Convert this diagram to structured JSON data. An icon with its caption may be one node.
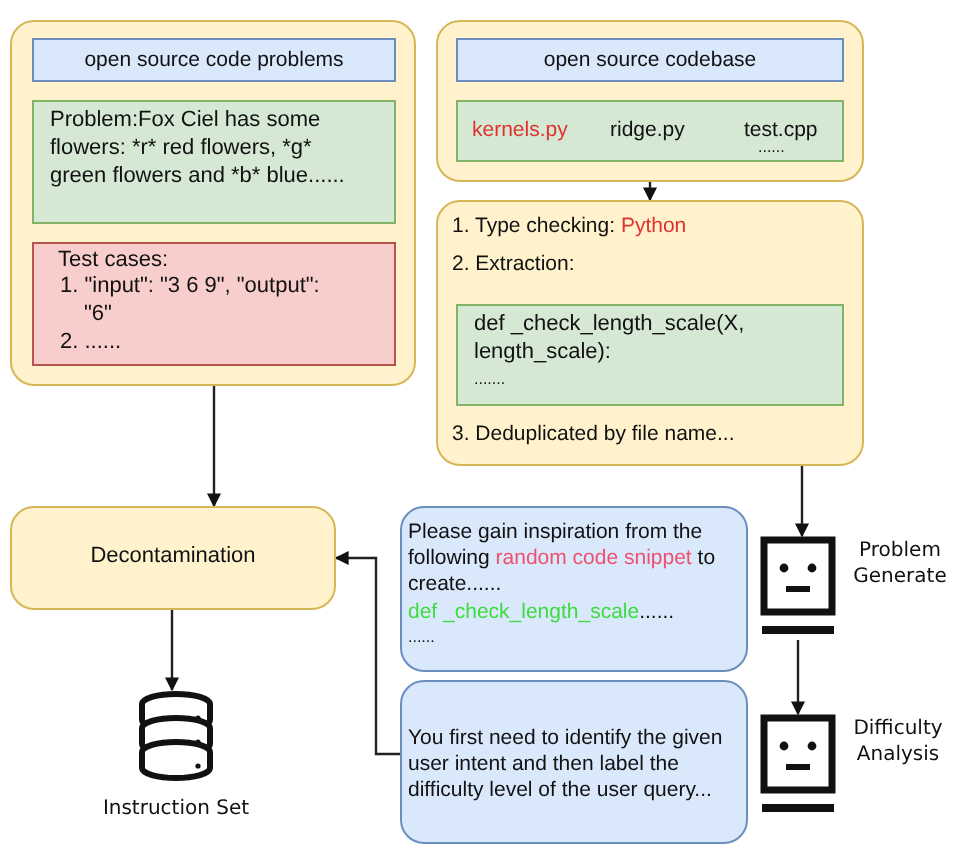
{
  "diagram": {
    "nodes": [
      {
        "text": [],
        "shape": "box"
      },
      {
        "text": [
          "open source code problems"
        ],
        "in": 0
      },
      {
        "text": [
          "Problem:Fox Ciel has some flowers: *r* red flowers, *g* green flowers and *b* blue......"
        ],
        "in": 0
      },
      {
        "text": [
          "Test cases:",
          "1. \"input\": \"3 6 9\", \"output\": \"6\"",
          "2. ......"
        ],
        "in": 0
      },
      {
        "text": [],
        "shape": "box"
      },
      {
        "text": [
          "open source codebase"
        ],
        "in": 4
      },
      {
        "text": [
          "kernels.py",
          "ridge.py",
          "test.cpp",
          "......"
        ],
        "in": 4
      },
      {
        "text": [
          "1. Type checking:",
          "Python",
          "2. Extraction:",
          "3. Deduplicated by file name..."
        ]
      },
      {
        "text": [
          "def _check_length_scale(X, length_scale):",
          "......."
        ],
        "in": 7
      },
      {
        "text": [
          "Decontamination"
        ]
      },
      {
        "text": [
          "Instruction Set"
        ]
      },
      {
        "text": [
          "Please gain inspiration from the following",
          "random code snippet",
          "to create......",
          "def _check_length_scale",
          "......",
          "......"
        ]
      },
      {
        "text": [
          "You first need to identify the given user intent and then label the difficulty level of the user query..."
        ]
      },
      {
        "text": [
          "Problem Generate"
        ]
      },
      {
        "text": [
          "Difficulty Analysis"
        ]
      }
    ],
    "edges": [
      {
        "from": 0,
        "to": 9,
        "arrow": "to"
      },
      {
        "from": 4,
        "to": 7,
        "arrow": "to"
      },
      {
        "from": 7,
        "to": 13,
        "arrow": "to"
      },
      {
        "from": 13,
        "to": 14,
        "arrow": "to"
      },
      {
        "from": 12,
        "to": 9,
        "arrow": "to"
      },
      {
        "from": 9,
        "to": 10,
        "arrow": "to"
      }
    ]
  }
}
